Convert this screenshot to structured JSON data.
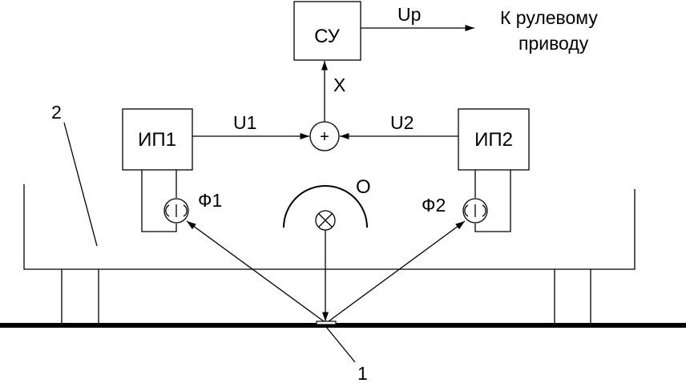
{
  "blocks": {
    "control_unit": "СУ",
    "ip1": "ИП1",
    "ip2": "ИП2"
  },
  "summer": {
    "symbol": "+"
  },
  "signals": {
    "output": "Up",
    "destination_line1": "К рулевому",
    "destination_line2": "приводу",
    "x": "X",
    "u1": "U1",
    "u2": "U2"
  },
  "sensors": {
    "f1": "Ф1",
    "f2": "Ф2"
  },
  "light_source": {
    "label": "O"
  },
  "callouts": {
    "n2": "2",
    "n1": "1"
  }
}
